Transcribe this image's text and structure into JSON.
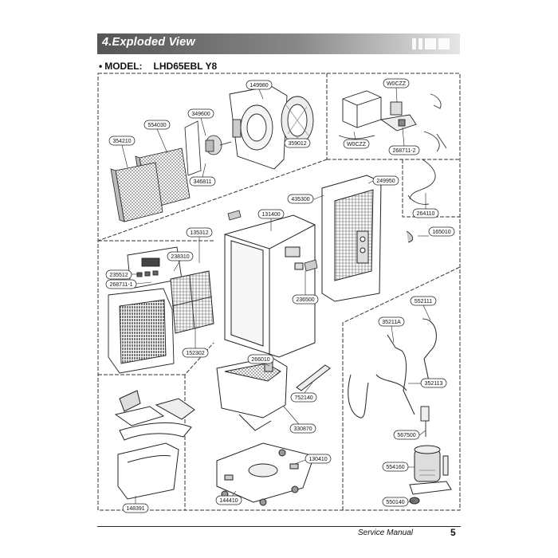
{
  "header": {
    "section_title": "4.Exploded View",
    "model_label": "MODEL:",
    "model_value": "LHD65EBL Y8"
  },
  "parts": [
    {
      "id": "p149980",
      "label": "149980"
    },
    {
      "id": "p554030",
      "label": "554030"
    },
    {
      "id": "p349600",
      "label": "349600"
    },
    {
      "id": "p354210",
      "label": "354210"
    },
    {
      "id": "p359012",
      "label": "359012"
    },
    {
      "id": "p346811",
      "label": "346811"
    },
    {
      "id": "pW0CZZ1",
      "label": "W0CZZ"
    },
    {
      "id": "pW0CZZ2",
      "label": "W0CZZ"
    },
    {
      "id": "p268711_2",
      "label": "268711-2"
    },
    {
      "id": "p249950",
      "label": "249950"
    },
    {
      "id": "p435300",
      "label": "435300"
    },
    {
      "id": "p131400",
      "label": "131400"
    },
    {
      "id": "p264110",
      "label": "264110"
    },
    {
      "id": "p165010",
      "label": "165010"
    },
    {
      "id": "p135312",
      "label": "135312"
    },
    {
      "id": "p238310",
      "label": "238310"
    },
    {
      "id": "p235512",
      "label": "235512"
    },
    {
      "id": "p268711_1",
      "label": "268711-1"
    },
    {
      "id": "p236500",
      "label": "236500"
    },
    {
      "id": "p152302",
      "label": "152302"
    },
    {
      "id": "p552111",
      "label": "552111"
    },
    {
      "id": "p35211A",
      "label": "35211A"
    },
    {
      "id": "p352113",
      "label": "352113"
    },
    {
      "id": "p266010",
      "label": "266010"
    },
    {
      "id": "p752140",
      "label": "752140"
    },
    {
      "id": "p330870",
      "label": "330870"
    },
    {
      "id": "p567500",
      "label": "567500"
    },
    {
      "id": "p130410",
      "label": "130410"
    },
    {
      "id": "p554160",
      "label": "554160"
    },
    {
      "id": "p148391",
      "label": "148391"
    },
    {
      "id": "p144410",
      "label": "144410"
    },
    {
      "id": "p550140",
      "label": "550140"
    }
  ],
  "footer": {
    "manual_label": "Service Manual",
    "page_number": "5"
  }
}
